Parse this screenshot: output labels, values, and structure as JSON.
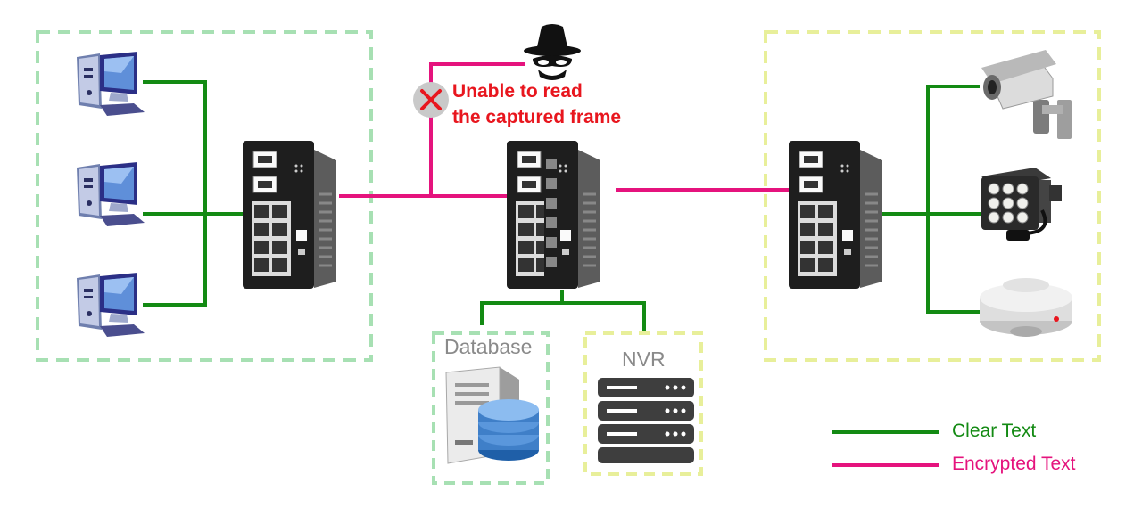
{
  "warning": {
    "line1": "Unable to read",
    "line2": "the captured frame"
  },
  "groups": {
    "database": "Database",
    "nvr": "NVR"
  },
  "legend": [
    {
      "label": "Clear Text",
      "color": "#138a13"
    },
    {
      "label": "Encrypted Text",
      "color": "#e5137d"
    }
  ],
  "colors": {
    "clear": "#138a13",
    "encrypted": "#e5137d",
    "green_dash": "#a7e0b3",
    "yellow_dash": "#e8ef9a",
    "blocked": "#e8161e"
  },
  "icons": {
    "hacker": "hacker-icon",
    "blocked": "blocked-x-icon",
    "pc": "desktop-computer-icon",
    "switch": "industrial-switch-icon",
    "camera": "cctv-camera-icon",
    "ir_light": "ir-illuminator-icon",
    "smoke": "smoke-detector-icon",
    "db": "database-server-icon",
    "nvr": "nvr-icon"
  }
}
